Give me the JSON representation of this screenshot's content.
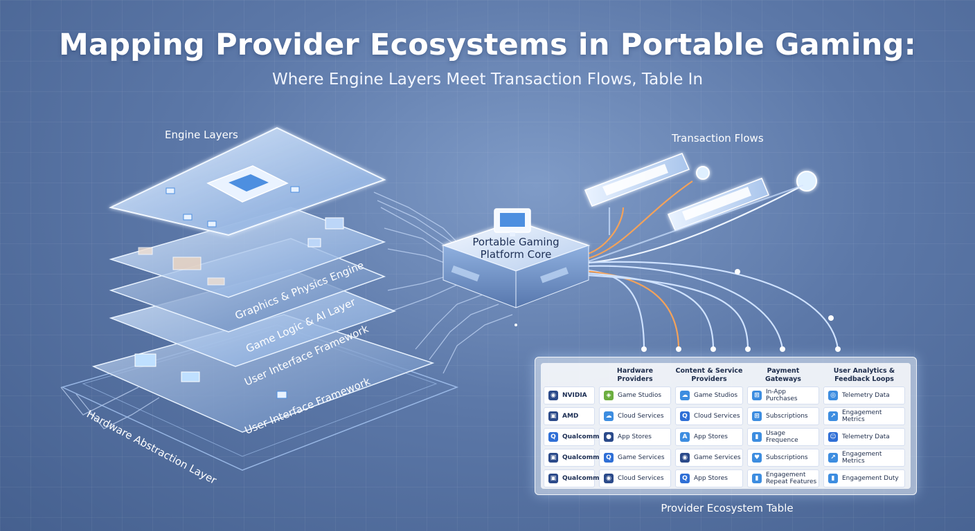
{
  "header": {
    "title": "Mapping Provider Ecosystems in Portable Gaming:",
    "subtitle": "Where Engine Layers Meet Transaction Flows, Table In"
  },
  "sections": {
    "engine_layers": "Engine Layers",
    "transaction_flows": "Transaction Flows",
    "table_caption": "Provider Ecosystem Table"
  },
  "core": {
    "line1": "Portable Gaming",
    "line2": "Platform Core"
  },
  "engine_stack": {
    "layers": [
      "Graphics & Physics Engine",
      "Game Logic & AI Layer",
      "User Interface Framework",
      "User Interface Framework",
      "Hardware Abstraction Layer"
    ]
  },
  "table": {
    "columns": [
      "",
      "Hardware\nProviders",
      "Content & Service\nProviders",
      "Payment\nGateways",
      "User Analytics &\nFeedback Loops"
    ],
    "rows": [
      [
        {
          "text": "NVIDIA",
          "icon": "gamepad-icon"
        },
        {
          "text": "Game Studios",
          "icon": "nvidia-logo-icon"
        },
        {
          "text": "Game Studios",
          "icon": "cloud-icon"
        },
        {
          "text": "In-App Purchases",
          "icon": "cart-icon"
        },
        {
          "text": "Telemetry Data",
          "icon": "eye-icon"
        }
      ],
      [
        {
          "text": "AMD",
          "icon": "chip-icon"
        },
        {
          "text": "Cloud Services",
          "icon": "cloud-icon"
        },
        {
          "text": "Cloud Services",
          "icon": "qualcomm-q-icon"
        },
        {
          "text": "Subscriptions",
          "icon": "cart-icon"
        },
        {
          "text": "Engagement Metrics",
          "icon": "chart-icon"
        }
      ],
      [
        {
          "text": "Qualcomm",
          "icon": "qualcomm-q-icon"
        },
        {
          "text": "App Stores",
          "icon": "apple-icon"
        },
        {
          "text": "App Stores",
          "icon": "app-store-icon"
        },
        {
          "text": "Usage Frequence",
          "icon": "bar-chart-icon"
        },
        {
          "text": "Telemetry Data",
          "icon": "users-icon"
        }
      ],
      [
        {
          "text": "Qualcomm",
          "icon": "chip-icon"
        },
        {
          "text": "Game Services",
          "icon": "qualcomm-q-icon"
        },
        {
          "text": "Game Services",
          "icon": "gamepad-icon"
        },
        {
          "text": "Subscriptions",
          "icon": "heart-icon"
        },
        {
          "text": "Engagement Metrics",
          "icon": "chart-icon"
        }
      ],
      [
        {
          "text": "Qualcomm",
          "icon": "chip-icon"
        },
        {
          "text": "Cloud Services",
          "icon": "gamepad-icon"
        },
        {
          "text": "App Stores",
          "icon": "qualcomm-q-icon"
        },
        {
          "text": "Engagement Repeat Features",
          "icon": "bar-chart-icon"
        },
        {
          "text": "Engagement Duty",
          "icon": "bar-chart-icon"
        }
      ]
    ]
  },
  "colors": {
    "accent_blue": "#4d8fe0",
    "flow_orange": "#f3a25a",
    "glow": "#cfe6ff"
  }
}
